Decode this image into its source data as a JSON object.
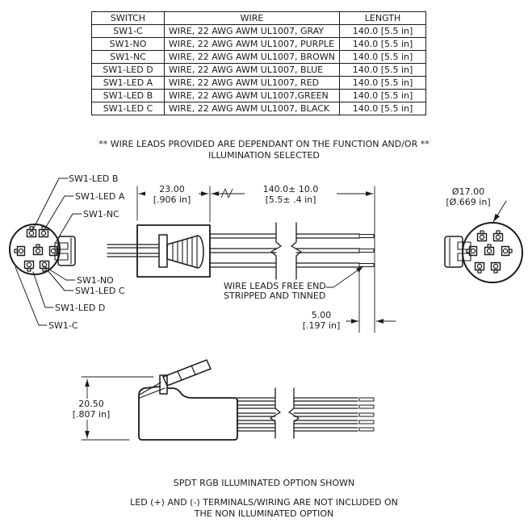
{
  "spec_table": {
    "headers": [
      "SWITCH",
      "WIRE",
      "LENGTH"
    ],
    "rows": [
      [
        "SW1-C",
        "WIRE, 22 AWG AWM UL1007, GRAY",
        "140.0 [5.5 in]"
      ],
      [
        "SW1-NO",
        "WIRE, 22 AWG AWM UL1007, PURPLE",
        "140.0 [5.5 in]"
      ],
      [
        "SW1-NC",
        "WIRE, 22 AWG AWM UL1007, BROWN",
        "140.0 [5.5 in]"
      ],
      [
        "SW1-LED D",
        "WIRE, 22 AWG AWM UL1007, BLUE",
        "140.0 [5.5 in]"
      ],
      [
        "SW1-LED A",
        "WIRE, 22 AWG AWM UL1007, RED",
        "140.0 [5.5 in]"
      ],
      [
        "SW1-LED B",
        "WIRE, 22 AWG AWM UL1007,GREEN",
        "140.0 [5.5 in]"
      ],
      [
        "SW1-LED C",
        "WIRE, 22 AWG AWM UL1007, BLACK",
        "140.0 [5.5 in]"
      ]
    ]
  },
  "notes": {
    "wire_leads_line1": "** WIRE LEADS PROVIDED ARE DEPENDANT ON THE FUNCTION AND/OR **",
    "wire_leads_line2": "ILLUMINATION SELECTED",
    "free_end_line1": "WIRE LEADS FREE END",
    "free_end_line2": "STRIPPED AND TINNED",
    "option_shown": "SPDT RGB ILLUMINATED OPTION SHOWN",
    "led_note_line1": "LED (+) AND (-) TERMINALS/WIRING ARE NOT INCLUDED ON",
    "led_note_line2": "THE NON ILLUMINATED OPTION"
  },
  "terminal_labels": {
    "led_b": "SW1-LED B",
    "led_a": "SW1-LED A",
    "nc": "SW1-NC",
    "no": "SW1-NO",
    "led_c": "SW1-LED C",
    "led_d": "SW1-LED D",
    "c": "SW1-C"
  },
  "dimensions": {
    "body_length_mm": "23.00",
    "body_length_in": "[.906 in]",
    "wire_length_mm": "140.0± 10.0",
    "wire_length_in": "[5.5± .4 in]",
    "strip_length_mm": "5.00",
    "strip_length_in": "[.197 in]",
    "diameter_mm": "Ø17.00",
    "diameter_in": "[Ø.669 in]",
    "connector_height_mm": "20.50",
    "connector_height_in": "[.807 in]"
  },
  "colors": {
    "line": "#1a1a1a",
    "background": "#ffffff"
  }
}
